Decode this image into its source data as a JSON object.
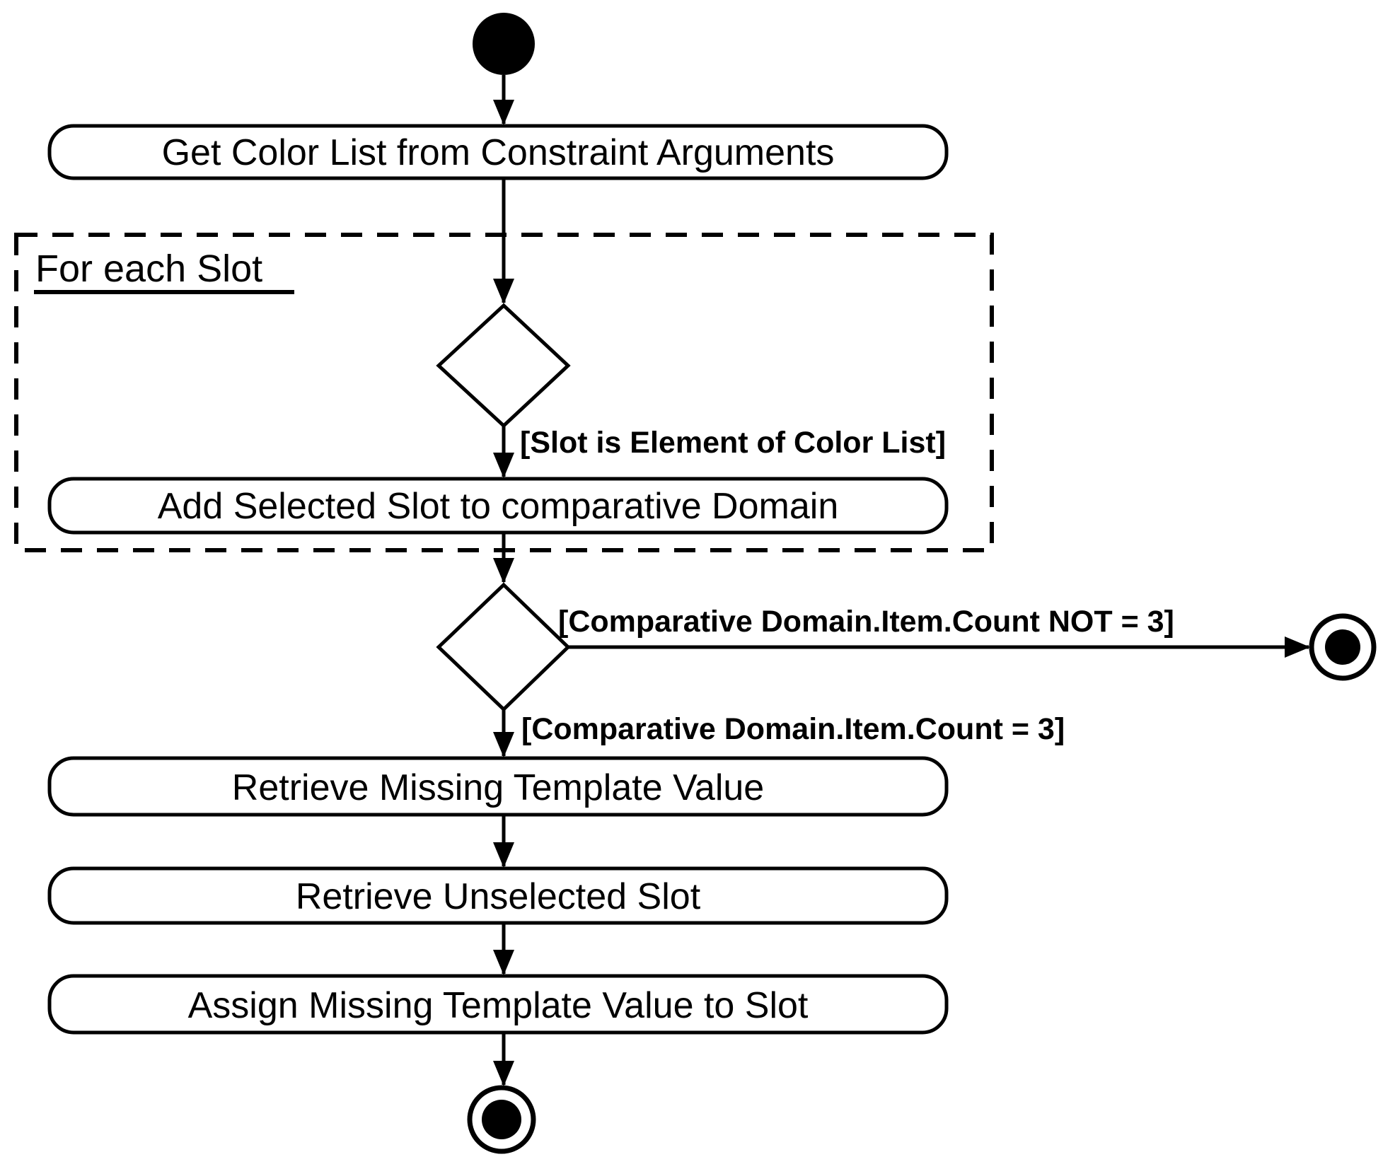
{
  "diagram": {
    "type": "uml-activity-diagram",
    "background_color": "#ffffff",
    "line_color": "#000000",
    "nodes": {
      "start": {
        "kind": "initial-node"
      },
      "action1": {
        "kind": "action",
        "label": "Get Color List from Constraint Arguments"
      },
      "loop_region": {
        "kind": "expansion-region",
        "label": "For each Slot"
      },
      "decision1": {
        "kind": "decision"
      },
      "action2": {
        "kind": "action",
        "label": "Add Selected Slot to comparative Domain"
      },
      "decision2": {
        "kind": "decision"
      },
      "action3": {
        "kind": "action",
        "label": "Retrieve Missing Template Value"
      },
      "action4": {
        "kind": "action",
        "label": "Retrieve Unselected Slot"
      },
      "action5": {
        "kind": "action",
        "label": "Assign Missing Template Value to Slot"
      },
      "final_right": {
        "kind": "activity-final-node"
      },
      "final_bottom": {
        "kind": "activity-final-node"
      }
    },
    "guards": {
      "slot_in_color_list": "[Slot is Element of Color List]",
      "count_not_3": "[Comparative Domain.Item.Count NOT = 3]",
      "count_equals_3": "[Comparative Domain.Item.Count = 3]"
    }
  }
}
